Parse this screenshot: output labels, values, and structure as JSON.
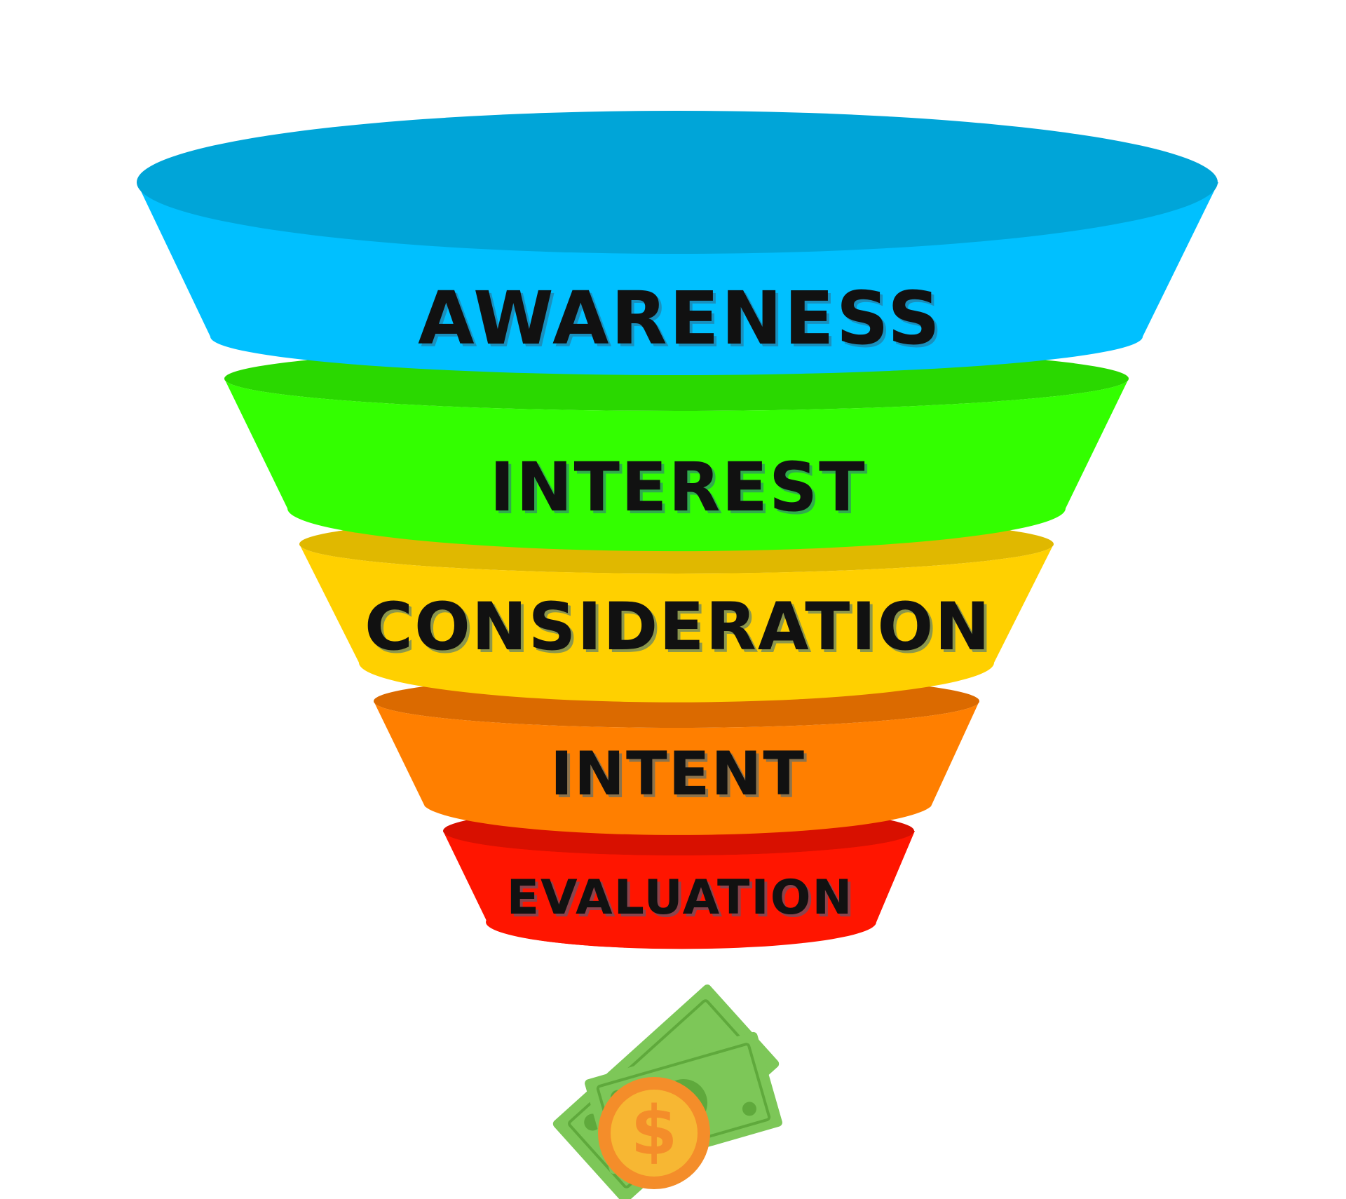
{
  "funnel": {
    "stages": [
      {
        "label": "AWARENESS",
        "side_color": "#00c0ff",
        "top_color": "#00a5d8"
      },
      {
        "label": "INTEREST",
        "side_color": "#33ff00",
        "top_color": "#2ad800"
      },
      {
        "label": "CONSIDERATION",
        "side_color": "#ffd000",
        "top_color": "#e0b800"
      },
      {
        "label": "INTENT",
        "side_color": "#ff7f00",
        "top_color": "#db6a00"
      },
      {
        "label": "EVALUATION",
        "side_color": "#ff1500",
        "top_color": "#d81000"
      }
    ]
  },
  "money": {
    "icon": "money-icon",
    "coin_symbol": "$",
    "bill_color": "#7dc758",
    "bill_dark": "#5fa93c",
    "coin_color": "#f7b733",
    "coin_ring": "#f48d2a"
  }
}
